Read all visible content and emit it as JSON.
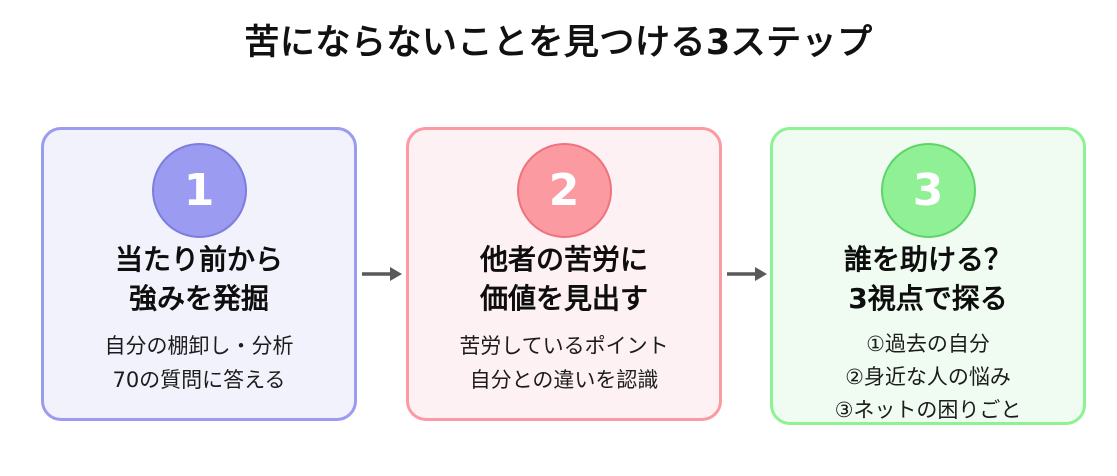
{
  "title": {
    "text": "苦にならないことを見つける3ステップ",
    "color": "#111111"
  },
  "arrow": {
    "color": "#58595b"
  },
  "steps": [
    {
      "number": "1",
      "heading": [
        "当たり前から",
        "強みを発掘"
      ],
      "details": [
        "自分の棚卸し・分析",
        "70の質問に答える"
      ],
      "colors": {
        "bg": "#f2f2fc",
        "border": "#9b9bf0",
        "circle": "#9b9bf2",
        "circle_border": "#7d7ddd",
        "circle_text": "#ffffff"
      }
    },
    {
      "number": "2",
      "heading": [
        "他者の苦労に",
        "価値を見出す"
      ],
      "details": [
        "苦労しているポイント",
        "自分との違いを認識"
      ],
      "colors": {
        "bg": "#fef1f3",
        "border": "#fb9aa2",
        "circle": "#fb9aa1",
        "circle_border": "#ef737f",
        "circle_text": "#ffffff"
      }
    },
    {
      "number": "3",
      "heading": [
        "誰を助ける？",
        "3視点で探る"
      ],
      "details": [
        "①過去の自分",
        "②身近な人の悩み",
        "③ネットの困りごと"
      ],
      "colors": {
        "bg": "#f0fcf1",
        "border": "#8df291",
        "circle": "#90f095",
        "circle_border": "#5ed46a",
        "circle_text": "#ffffff"
      }
    }
  ]
}
